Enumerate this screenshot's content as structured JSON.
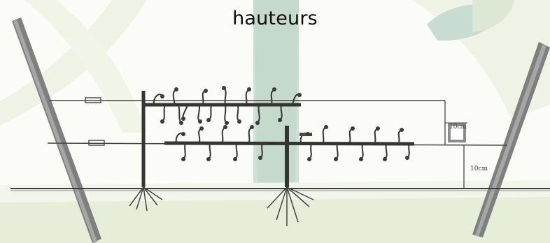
{
  "diagram": {
    "title": "hauteurs",
    "dimension_labels": {
      "upper": "10cm",
      "lower": "10cm"
    },
    "colors": {
      "line": "#3d3d3d",
      "background_green": "#e7efda",
      "background_teal": "#c2d7cd",
      "post": "#7b7b7b"
    }
  }
}
